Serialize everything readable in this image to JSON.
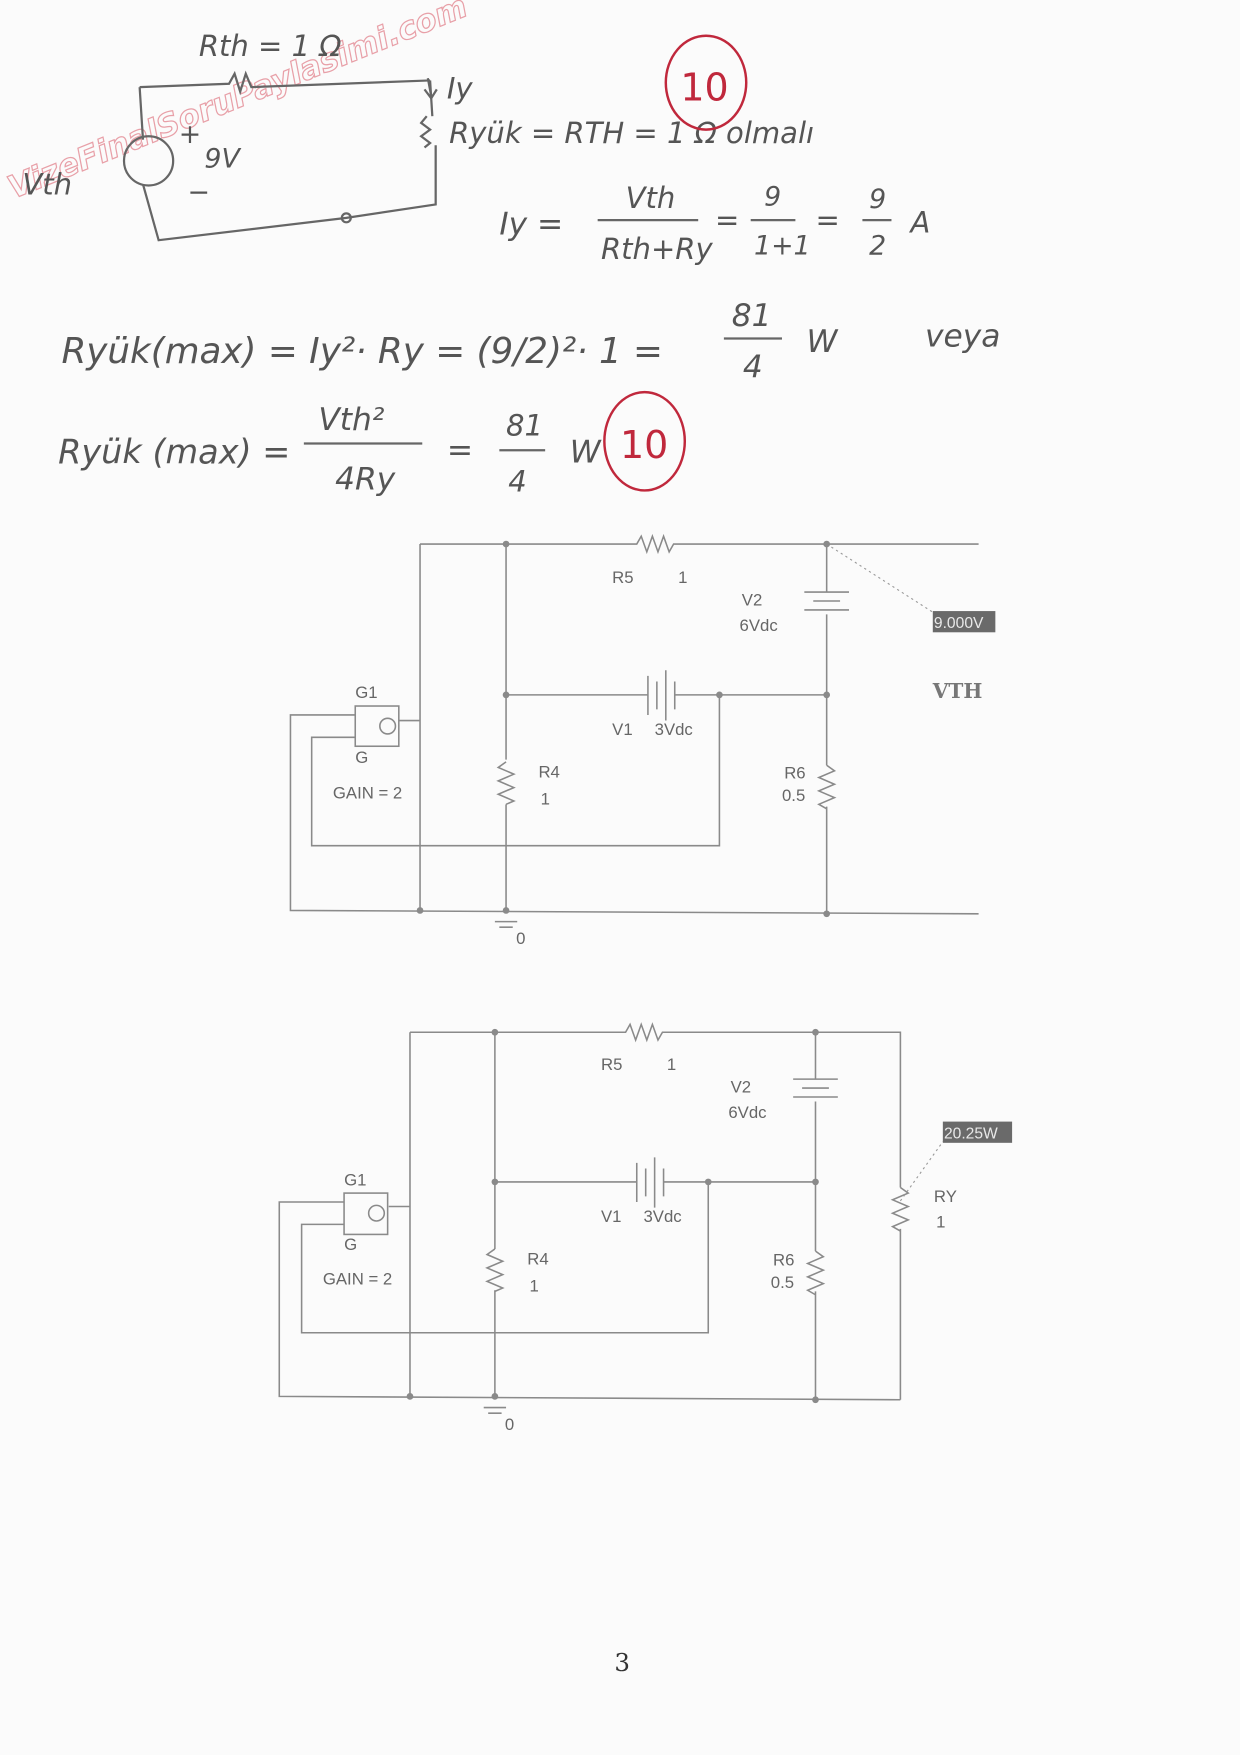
{
  "watermark": "VizeFinalSoruPaylasimi.com",
  "handwritten": {
    "rth_label": "Rth = 1 Ω",
    "iy_label": "Iy",
    "ryuk_eq": "Ryük = RTH = 1 Ω  olmalı",
    "vth_label": "Vth",
    "plus": "+",
    "source_value": "9V",
    "minus": "−",
    "iy_lhs": "Iy =",
    "iy_num": "Vth",
    "iy_den": "Rth+Ry",
    "iy_eq2": "=",
    "iy_num2": "9",
    "iy_den2": "1+1",
    "iy_eq3": "=",
    "iy_num3": "9",
    "iy_den3": "2",
    "iy_unit": "A",
    "p1_lhs": "Ryük(max) = Iy²· Ry = (9/2)²· 1 =",
    "p1_num": "81",
    "p1_den": "4",
    "p1_unit": "W",
    "veya": "veya",
    "p2_lhs": "Ryük (max) =",
    "p2_num": "Vth²",
    "p2_den": "4Ry",
    "p2_eq": "=",
    "p2_num2": "81",
    "p2_den2": "4",
    "p2_unit": "W"
  },
  "grades": [
    "10",
    "10"
  ],
  "circuit1": {
    "r5": "R5",
    "r5_val": "1",
    "v2": "V2",
    "v2_val": "6Vdc",
    "v1": "V1",
    "v1_val": "3Vdc",
    "r4": "R4",
    "r4_val": "1",
    "r6": "R6",
    "r6_val": "0.5",
    "g1": "G1",
    "g": "G",
    "gain": "GAIN = 2",
    "ground": "0",
    "probe": "9.000V",
    "vth": "VTH"
  },
  "circuit2": {
    "r5": "R5",
    "r5_val": "1",
    "v2": "V2",
    "v2_val": "6Vdc",
    "v1": "V1",
    "v1_val": "3Vdc",
    "r4": "R4",
    "r4_val": "1",
    "r6": "R6",
    "r6_val": "0.5",
    "ry": "RY",
    "ry_val": "1",
    "g1": "G1",
    "g": "G",
    "gain": "GAIN = 2",
    "ground": "0",
    "probe": "20.25W"
  },
  "page_number": "3"
}
